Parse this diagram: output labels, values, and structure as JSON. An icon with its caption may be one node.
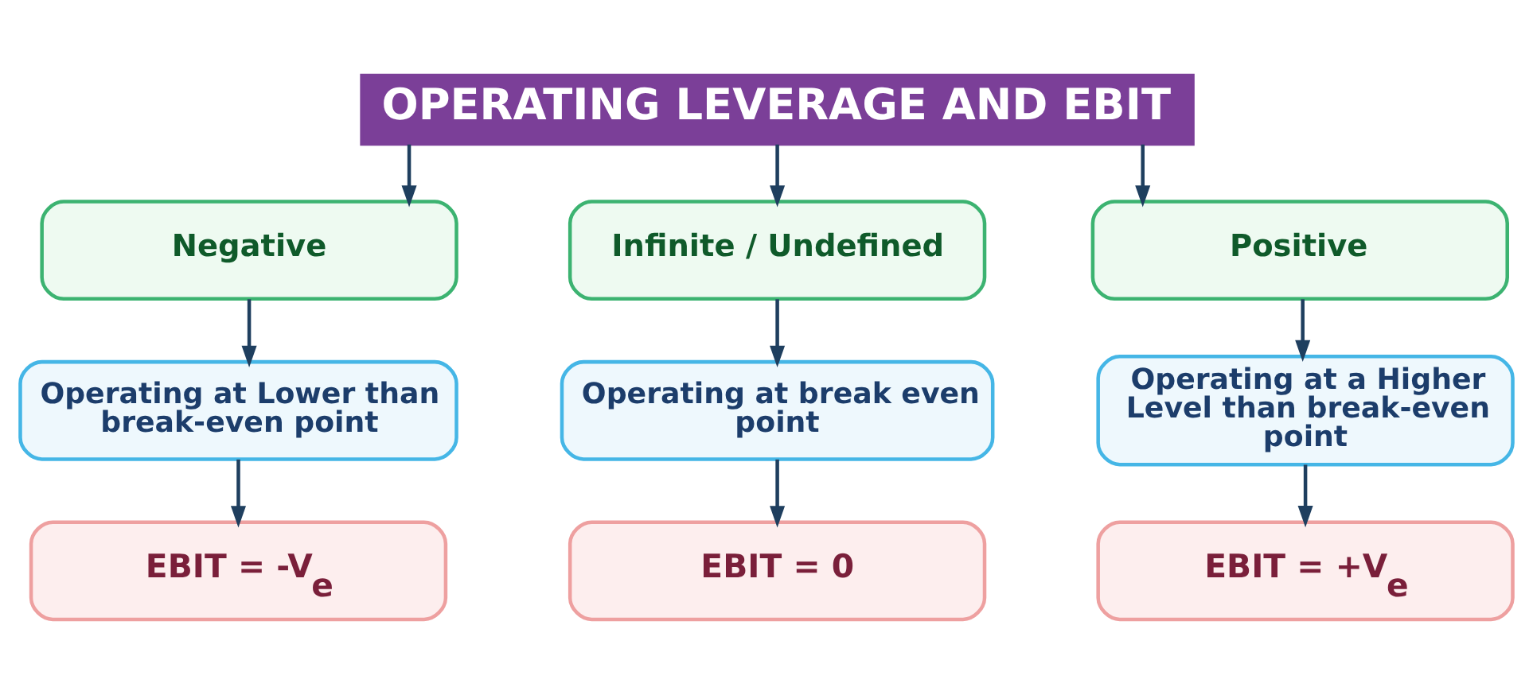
{
  "diagram": {
    "nodes": [
      {
        "text": [
          "OPERATING LEVERAGE AND EBIT"
        ]
      },
      {
        "text": [
          "Negative"
        ]
      },
      {
        "text": [
          "Infinite / Undefined"
        ]
      },
      {
        "text": [
          "Positive"
        ]
      },
      {
        "text": [
          "Operating at Lower than break-even point"
        ]
      },
      {
        "text": [
          "Operating at break even point"
        ]
      },
      {
        "text": [
          "Operating at a Higher Level than break-even point"
        ]
      },
      {
        "text": [
          "EBIT = -V$_{e}$"
        ]
      },
      {
        "text": [
          "EBIT = 0"
        ]
      },
      {
        "text": [
          "EBIT = +V$_{e}$"
        ]
      }
    ],
    "edges": [
      {
        "from": 0,
        "to": 1,
        "arrow": "to"
      },
      {
        "from": 0,
        "to": 2,
        "arrow": "to"
      },
      {
        "from": 0,
        "to": 3,
        "arrow": "to"
      },
      {
        "from": 1,
        "to": 4,
        "arrow": "to"
      },
      {
        "from": 2,
        "to": 5,
        "arrow": "to"
      },
      {
        "from": 3,
        "to": 6,
        "arrow": "to"
      },
      {
        "from": 4,
        "to": 7,
        "arrow": "to"
      },
      {
        "from": 5,
        "to": 8,
        "arrow": "to"
      },
      {
        "from": 6,
        "to": 9,
        "arrow": "to"
      }
    ]
  }
}
